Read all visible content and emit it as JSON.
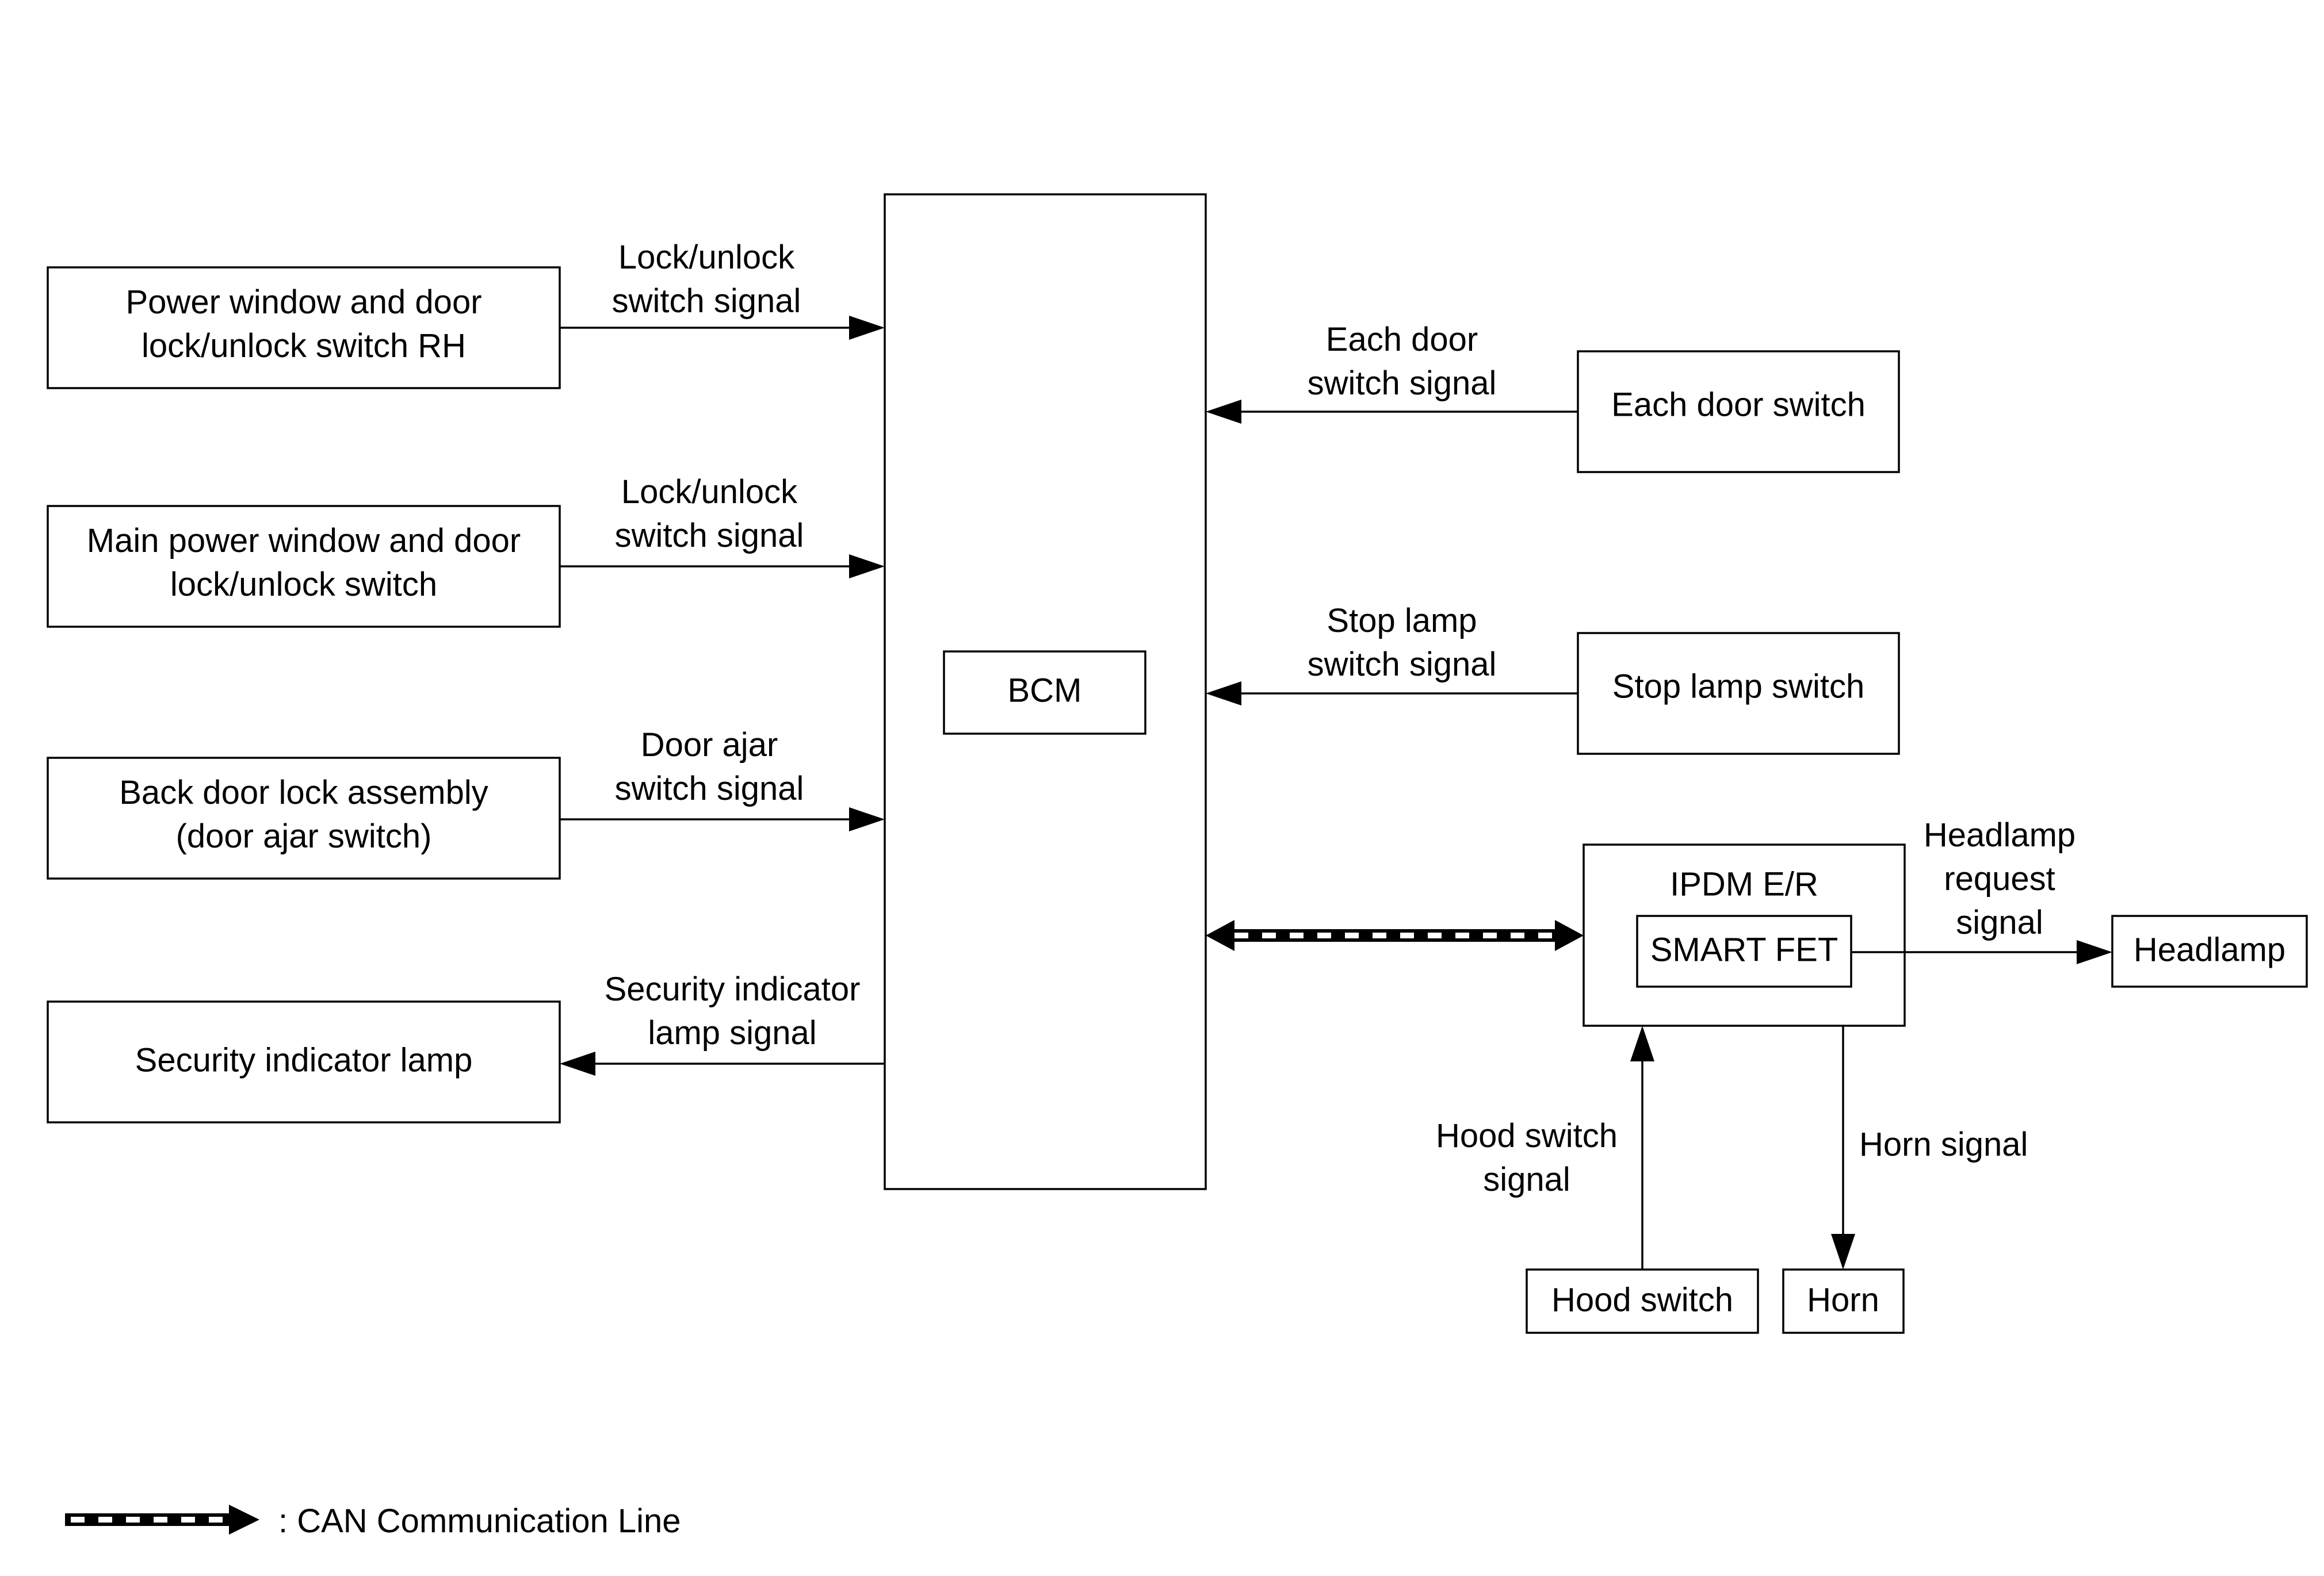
{
  "diagram": {
    "blocks": {
      "pw_rh": [
        "Power window and door",
        "lock/unlock switch RH"
      ],
      "main_pw": [
        "Main power window and door",
        "lock/unlock switch"
      ],
      "back_door": [
        "Back door lock assembly",
        "(door ajar switch)"
      ],
      "sec_lamp": "Security indicator lamp",
      "bcm": "BCM",
      "each_door": "Each door switch",
      "stop_lamp": "Stop lamp switch",
      "ipdm": "IPDM E/R",
      "smart_fet": "SMART FET",
      "headlamp": "Headlamp",
      "hood_switch": "Hood switch",
      "horn": "Horn"
    },
    "signals": {
      "lock_unlock_1": [
        "Lock/unlock",
        "switch signal"
      ],
      "lock_unlock_2": [
        "Lock/unlock",
        "switch signal"
      ],
      "door_ajar": [
        "Door ajar",
        "switch signal"
      ],
      "security_indicator": [
        "Security indicator",
        "lamp signal"
      ],
      "each_door": [
        "Each door",
        "switch signal"
      ],
      "stop_lamp": [
        "Stop lamp",
        "switch signal"
      ],
      "headlamp_request": [
        "Headlamp",
        "request",
        "signal"
      ],
      "hood_switch": [
        "Hood switch",
        "signal"
      ],
      "horn": "Horn signal"
    },
    "legend": {
      "can_line": ": CAN Communication Line"
    }
  }
}
